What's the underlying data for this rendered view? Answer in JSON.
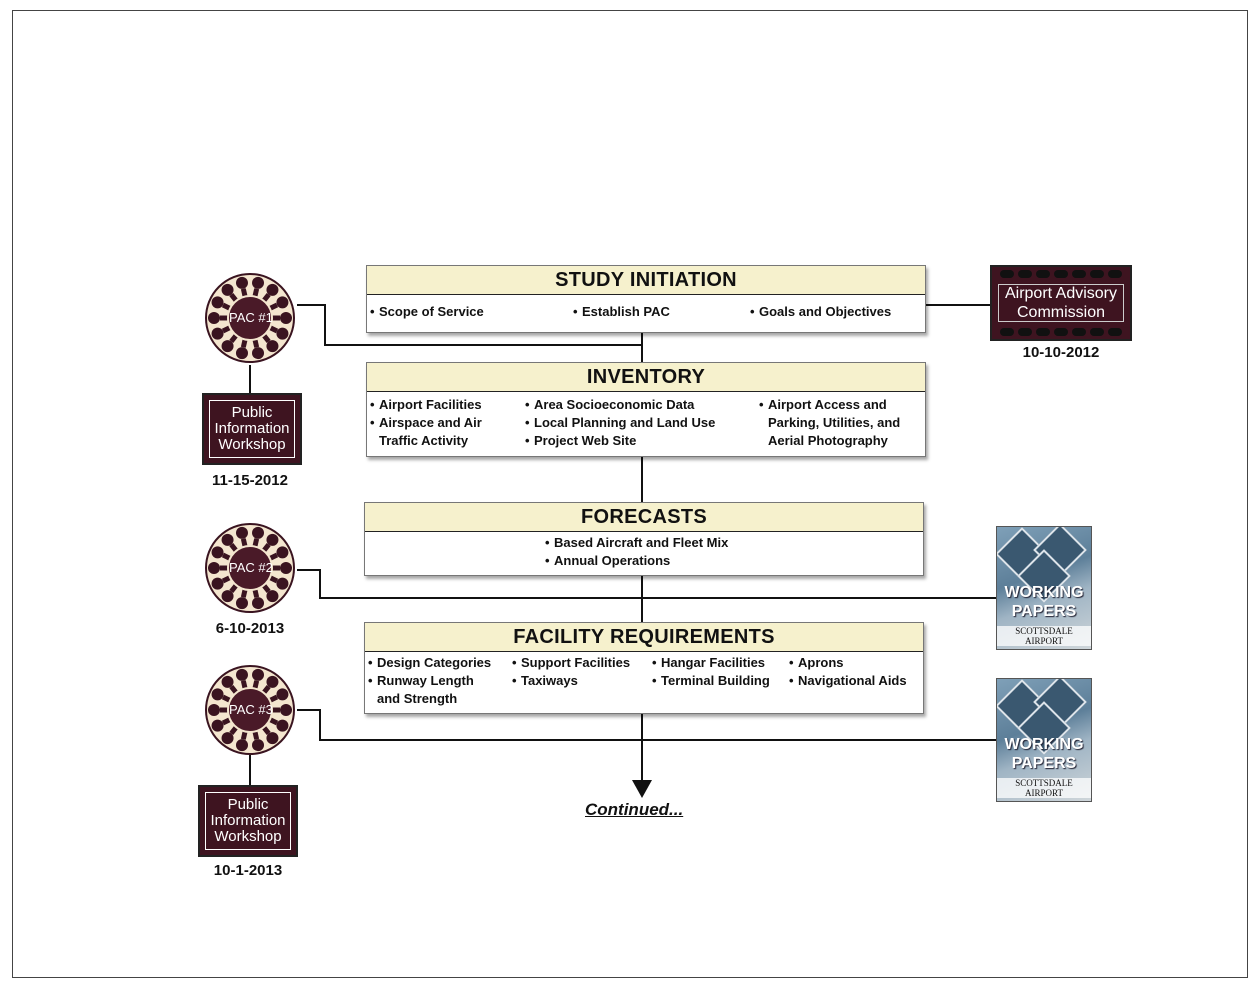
{
  "boxes": {
    "study_initiation": {
      "title": "STUDY INITIATION",
      "items": [
        "Scope of Service",
        "Establish PAC",
        "Goals and Objectives"
      ]
    },
    "inventory": {
      "title": "INVENTORY",
      "col1": [
        "Airport Facilities",
        "Airspace and Air",
        "Traffic Activity"
      ],
      "col2": [
        "Area Socioeconomic Data",
        "Local Planning and Land Use",
        "Project Web Site"
      ],
      "col3": [
        "Airport Access and",
        "Parking, Utilities, and",
        "Aerial Photography"
      ]
    },
    "forecasts": {
      "title": "FORECASTS",
      "items": [
        "Based Aircraft and Fleet Mix",
        "Annual Operations"
      ]
    },
    "facility_requirements": {
      "title": "FACILITY REQUIREMENTS",
      "col1": [
        "Design Categories",
        "Runway Length",
        "and Strength"
      ],
      "col2": [
        "Support Facilities",
        "Taxiways"
      ],
      "col3": [
        "Hangar Facilities",
        "Terminal Building"
      ],
      "col4": [
        "Aprons",
        "Navigational Aids"
      ]
    }
  },
  "pac": [
    {
      "label": "PAC #1"
    },
    {
      "label": "PAC #2",
      "date": "6-10-2013"
    },
    {
      "label": "PAC #3"
    }
  ],
  "workshops": [
    {
      "label": "Public Information Workshop",
      "date": "11-15-2012"
    },
    {
      "label": "Public Information Workshop",
      "date": "10-1-2013"
    }
  ],
  "commission": {
    "label": "Airport Advisory Commission",
    "date": "10-10-2012"
  },
  "working_papers": [
    {
      "title": "WORKING PAPERS",
      "subtitle": "SCOTTSDALE AIRPORT"
    },
    {
      "title": "WORKING PAPERS",
      "subtitle": "SCOTTSDALE AIRPORT"
    }
  ],
  "continued": "Continued...",
  "colors": {
    "header_fill": "#f6f1cd",
    "maroon": "#3e1420",
    "pac_ring": "#f4e6cf"
  }
}
